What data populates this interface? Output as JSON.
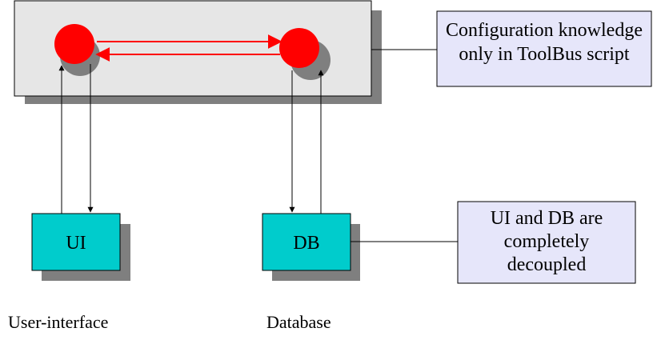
{
  "colors": {
    "toolbus_panel": "#e6e6e6",
    "shadow": "#7f7f7f",
    "process_node": "#ff0000",
    "component_box": "#00cccc",
    "note_box": "#e6e6fa",
    "arrow_red": "#ff0000",
    "arrow_black": "#000000"
  },
  "components": {
    "ui": {
      "label": "UI",
      "caption": "User-interface"
    },
    "db": {
      "label": "DB",
      "caption": "Database"
    }
  },
  "notes": {
    "config": {
      "line1": "Configuration knowledge",
      "line2": "only in ToolBus script"
    },
    "decoupled": {
      "line1": "UI and DB are",
      "line2": "completely",
      "line3": "decoupled"
    }
  }
}
